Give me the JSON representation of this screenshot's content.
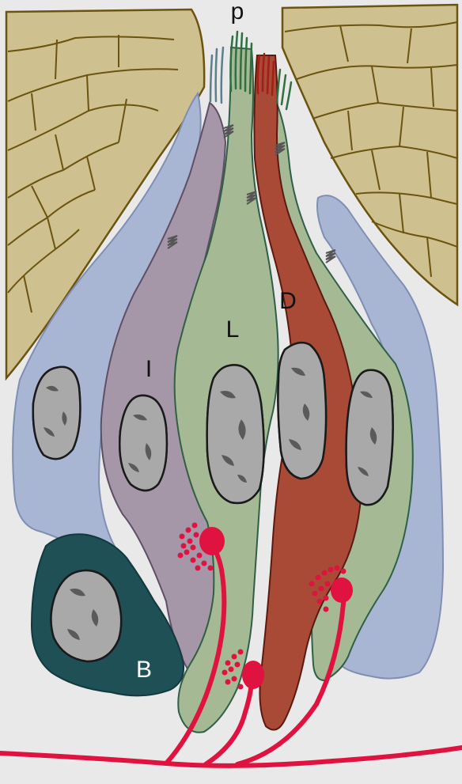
{
  "labels": {
    "pore": "p",
    "dark_cell": "D",
    "light_cell": "L",
    "intermediate_cell": "I",
    "basal_cell": "B"
  },
  "colors": {
    "background": "#e9e9e9",
    "epithelium": "#cfc090",
    "epithelium_line": "#6b5310",
    "supporting_cell": "#a9b6d3",
    "intermediate_cell": "#a697a8",
    "light_cell": "#a6b995",
    "dark_cell": "#a84a36",
    "basal_cell": "#1f5056",
    "nerve": "#e0123f",
    "nucleus": "#a9a9a9",
    "cell_outline": "#2f5f45"
  }
}
